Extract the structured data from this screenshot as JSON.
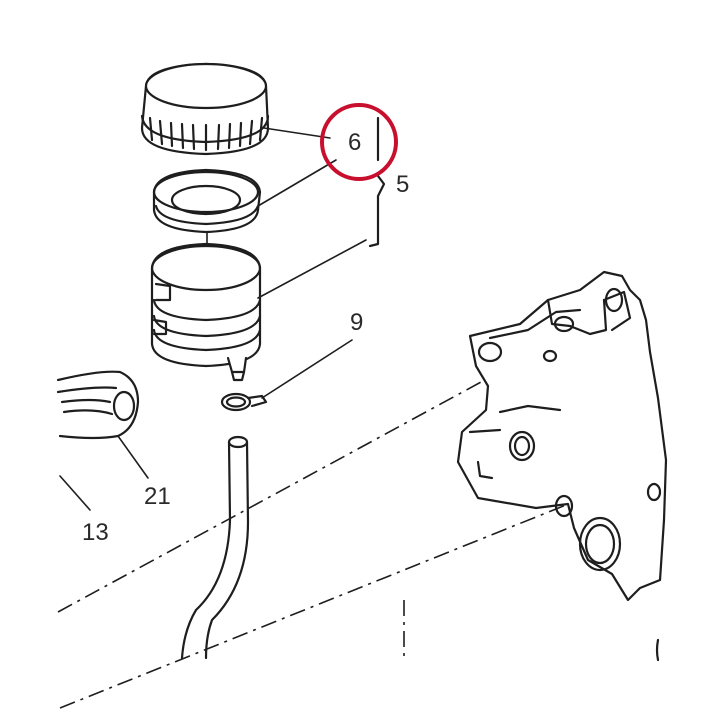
{
  "callouts": {
    "c6": "6",
    "c5": "5",
    "c9": "9",
    "c21": "21",
    "c13": "13"
  },
  "highlight": {
    "target": "6",
    "color": "#c8102e"
  },
  "colors": {
    "ink": "#1e1e1e",
    "label": "#2a2a2a",
    "paper": "#ffffff"
  }
}
